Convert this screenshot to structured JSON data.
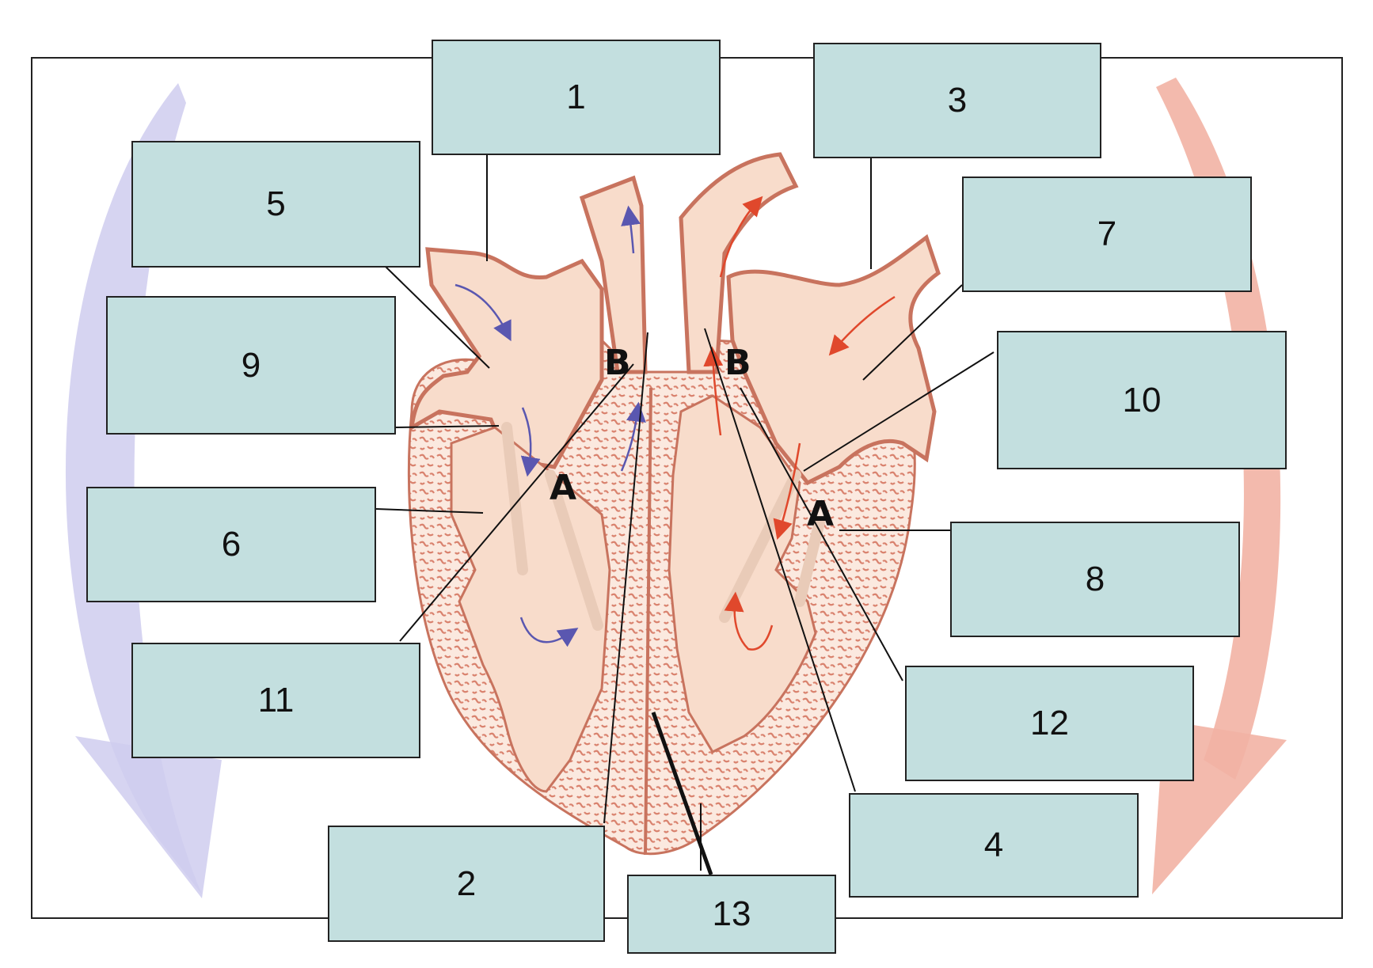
{
  "labels": {
    "l1": "1",
    "l2": "2",
    "l3": "3",
    "l4": "4",
    "l5": "5",
    "l6": "6",
    "l7": "7",
    "l8": "8",
    "l9": "9",
    "l10": "10",
    "l11": "11",
    "l12": "12",
    "l13": "13"
  },
  "letters": {
    "valve_a": "A",
    "valve_b": "B"
  },
  "colors": {
    "box_fill": "#c3dfdf",
    "deoxygenated_arrow": "#5a57b0",
    "oxygenated_arrow": "#e0482c",
    "muscle_speckle": "#d9826e",
    "chamber_fill": "#f8dccb",
    "blue_circulation_arrow": "#c9c8ea",
    "red_circulation_arrow": "#f2b3a4"
  }
}
